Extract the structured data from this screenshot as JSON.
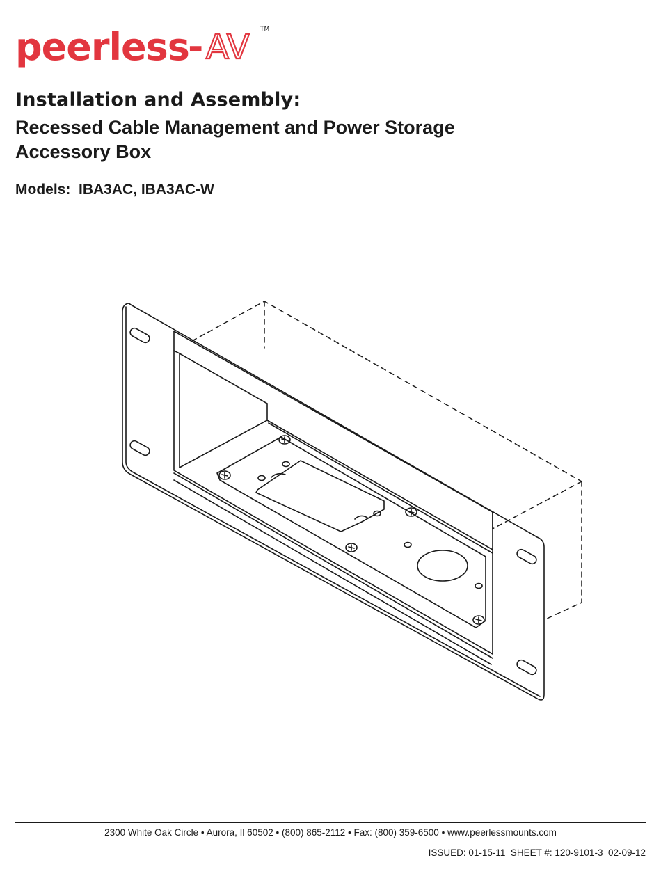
{
  "header": {
    "logo": {
      "brand_text": "peerless",
      "dash": "-",
      "av_text": "AV",
      "tm": "TM",
      "color": "#e2363f"
    },
    "title": "Installation and Assembly:",
    "subtitle_line1": "Recessed Cable Management and Power Storage",
    "subtitle_line2": "Accessory Box"
  },
  "models": {
    "text": "Models:  IBA3AC, IBA3AC-W"
  },
  "drawing": {
    "icon": "recessed-box-isometric-illustration"
  },
  "footer": {
    "address": "2300 White Oak Circle  •  Aurora, Il 60502  •  (800) 865-2112  •  Fax: (800) 359-6500  •  www.peerlessmounts.com",
    "issued": "ISSUED: 01-15-11  SHEET #: 120-9101-3  02-09-12"
  }
}
